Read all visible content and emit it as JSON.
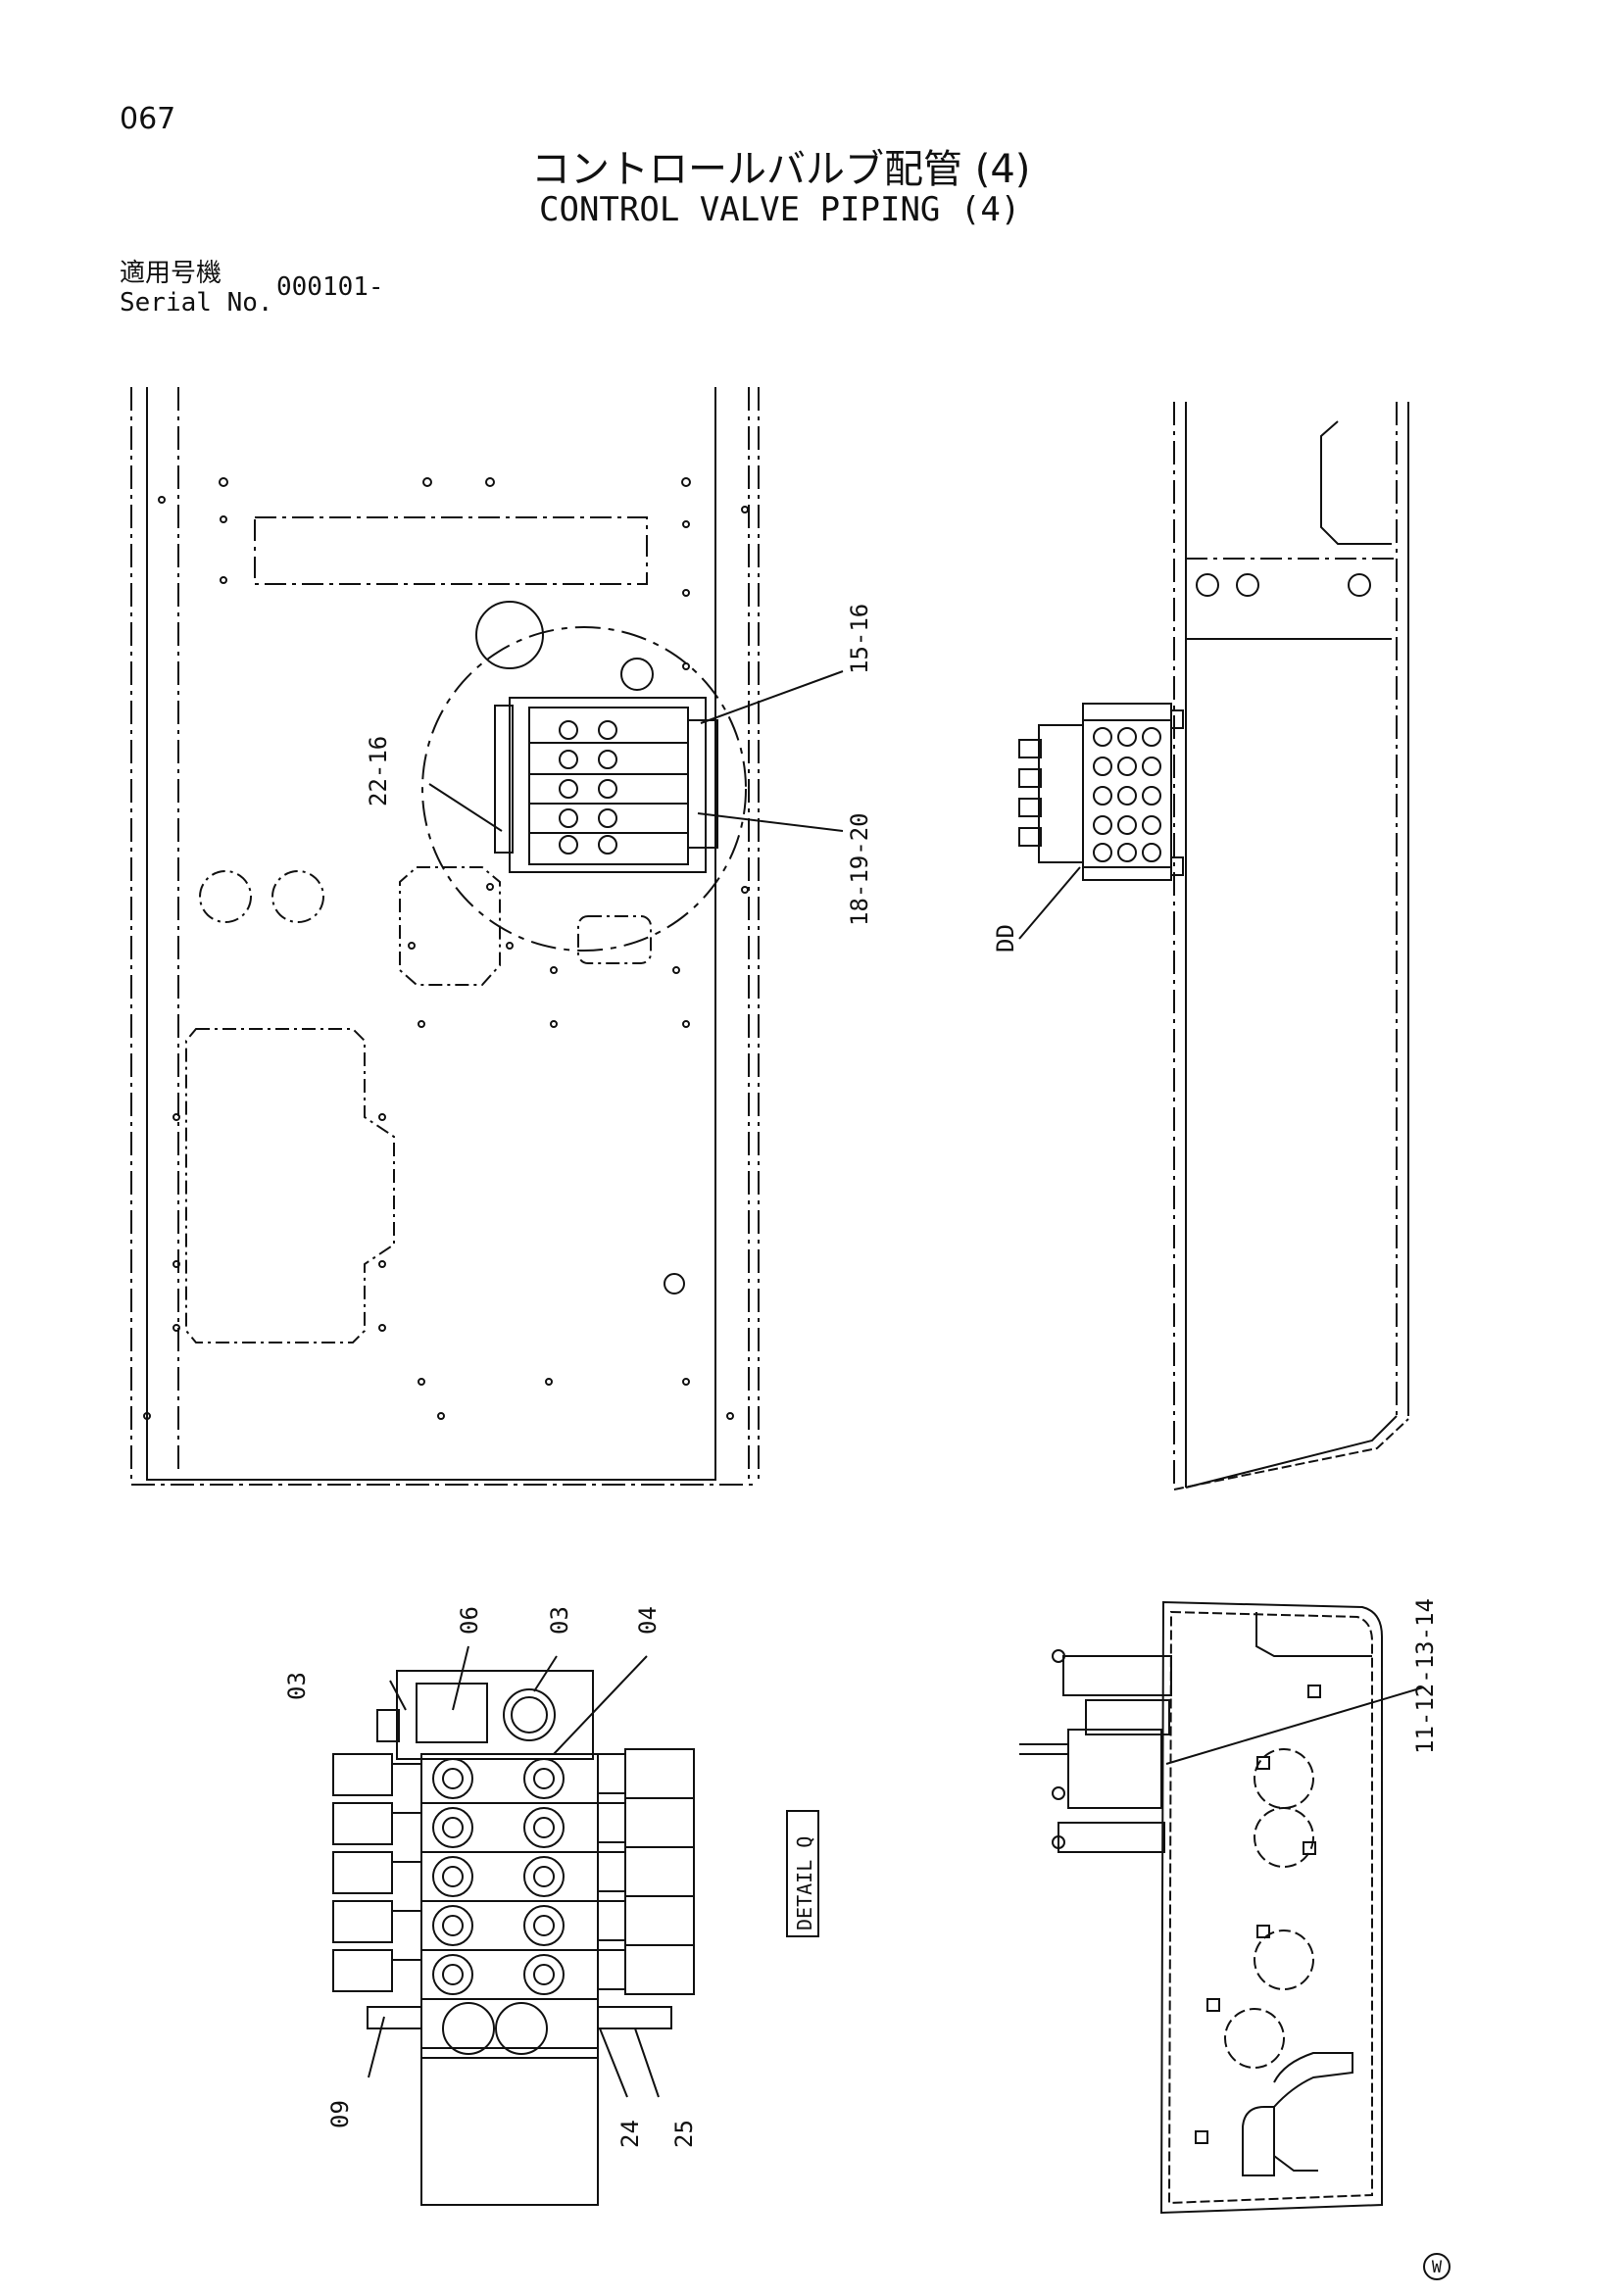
{
  "header": {
    "page_number": "067",
    "title_jp": "コントロールバルブ配管 (4)",
    "title_en": "CONTROL VALVE PIPING (4)",
    "serial_label_jp": "適用号機",
    "serial_label_en": "Serial No.",
    "serial_value": "000101-"
  },
  "callouts": {
    "top_view_upper_right": "15-16",
    "top_view_left": "22-16",
    "top_view_lower_right": "18-19-20",
    "side_view": "DD",
    "rear_view": "11-12-13-14",
    "detail_top_06": "06",
    "detail_top_03_mid": "03",
    "detail_top_04": "04",
    "detail_left_03": "03",
    "detail_bottom_09": "09",
    "detail_bottom_24": "24",
    "detail_bottom_25": "25"
  },
  "detail_label": "DETAIL Q",
  "mark": "W"
}
